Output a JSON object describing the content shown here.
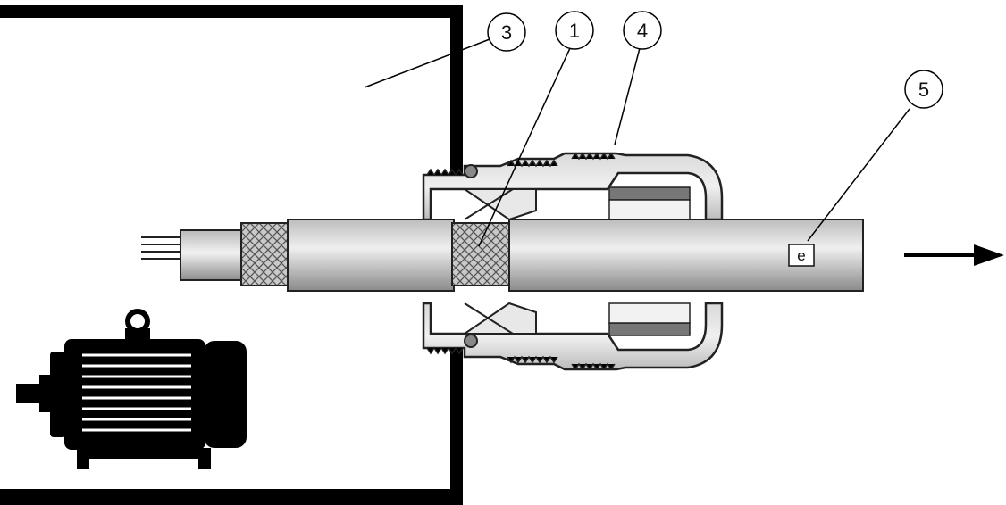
{
  "diagram": {
    "callouts": [
      {
        "id": "callout-3",
        "label": "3"
      },
      {
        "id": "callout-1",
        "label": "1"
      },
      {
        "id": "callout-4",
        "label": "4"
      },
      {
        "id": "callout-5",
        "label": "5"
      }
    ],
    "cable_marker": "e",
    "direction": "pull-out-right",
    "colors": {
      "outline": "#000000",
      "cable_fill_light": "#ededed",
      "cable_fill_dark": "#9a9a9a",
      "gland_fill": "#c8c8c8"
    }
  }
}
